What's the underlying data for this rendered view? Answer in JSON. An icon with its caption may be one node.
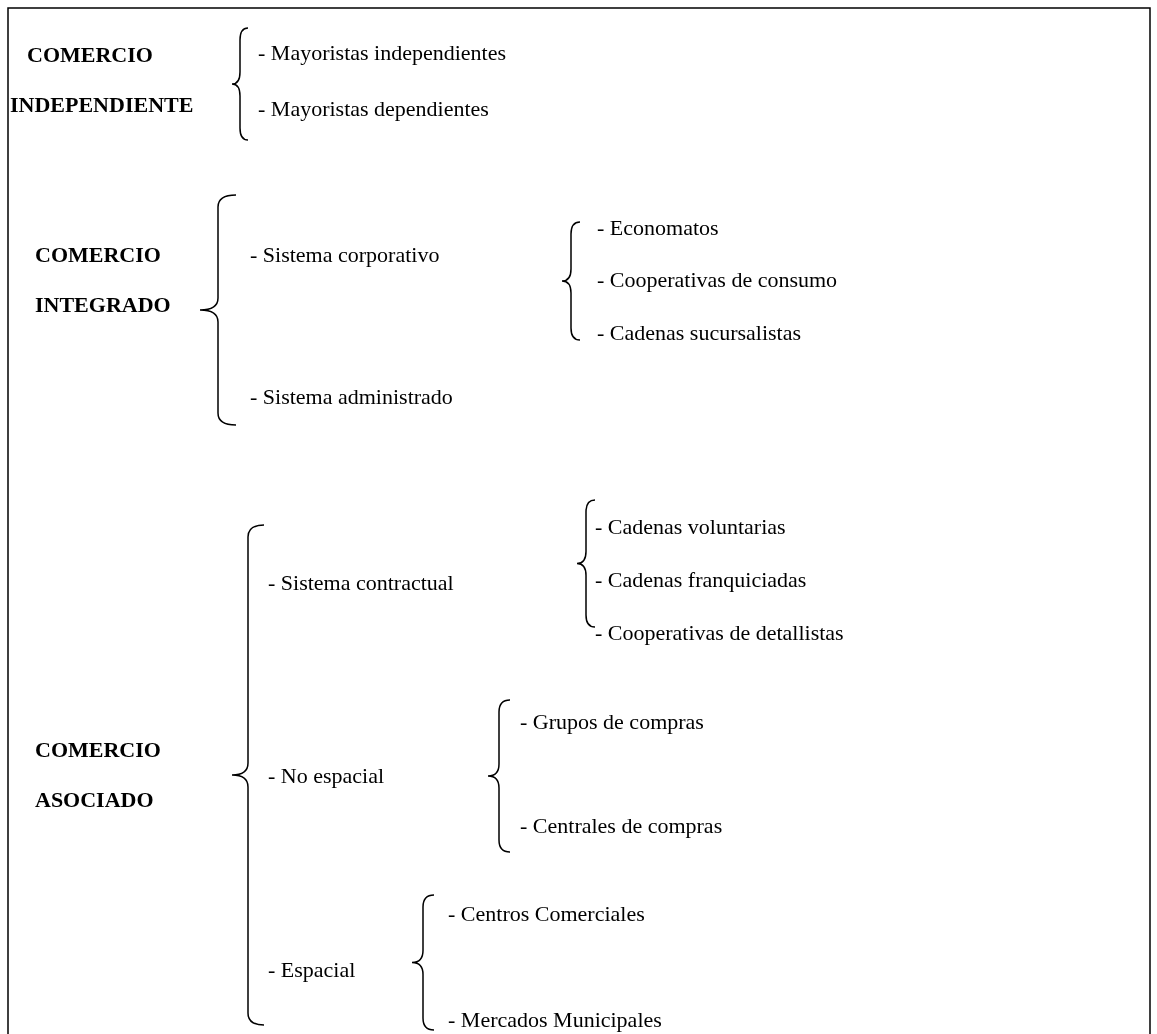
{
  "diagram": {
    "labels": [
      "COMERCIO INDEPENDIENTE",
      "- Mayoristas independientes",
      "- Mayoristas dependientes",
      "COMERCIO INTEGRADO",
      "- Sistema corporativo",
      "- Economatos",
      "- Cooperativas de consumo",
      "- Cadenas sucursalistas",
      "- Sistema administrado",
      "COMERCIO ASOCIADO",
      "- Sistema contractual",
      "- Cadenas voluntarias",
      "- Cadenas franquiciadas",
      "- Cooperativas de detallistas",
      "- No espacial",
      "- Grupos de compras",
      "- Centrales de compras",
      "- Espacial",
      "- Centros Comerciales",
      "- Mercados Municipales"
    ]
  }
}
